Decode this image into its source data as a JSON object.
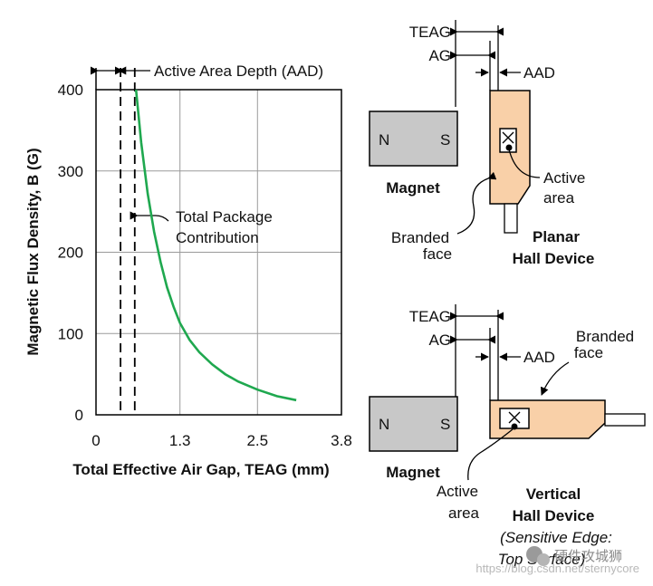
{
  "chart_data": {
    "type": "line",
    "xlabel": "Total Effective Air Gap, TEAG (mm)",
    "ylabel": "Magnetic Flux Density, B (G)",
    "x_ticks": [
      "0",
      "1.3",
      "2.5",
      "3.8"
    ],
    "y_ticks": [
      "0",
      "100",
      "200",
      "300",
      "400"
    ],
    "xlim": [
      0,
      3.8
    ],
    "ylim": [
      0,
      400
    ],
    "grid": true,
    "series": [
      {
        "color": "#1fa84f",
        "x": [
          0.62,
          0.7,
          0.8,
          0.9,
          1.0,
          1.1,
          1.2,
          1.3,
          1.45,
          1.6,
          1.8,
          2.0,
          2.2,
          2.5,
          2.8,
          3.1
        ],
        "y": [
          400,
          335,
          272,
          225,
          188,
          157,
          133,
          113,
          92,
          77,
          62,
          50,
          41,
          31,
          23,
          18
        ]
      }
    ],
    "markers": {
      "aad_x": 0.38,
      "package_x": 0.6
    },
    "annotations": {
      "aad": "Active Area Depth (AAD)",
      "package_line1": "Total Package",
      "package_line2": "Contribution"
    }
  },
  "planar": {
    "teag": "TEAG",
    "ag": "AG",
    "aad": "AAD",
    "magnet_n": "N",
    "magnet_s": "S",
    "magnet_label": "Magnet",
    "active_line1": "Active",
    "active_line2": "area",
    "branded_line1": "Branded",
    "branded_line2": "face",
    "device_line1": "Planar",
    "device_line2": "Hall Device"
  },
  "vertical": {
    "teag": "TEAG",
    "ag": "AG",
    "aad": "AAD",
    "magnet_n": "N",
    "magnet_s": "S",
    "magnet_label": "Magnet",
    "active_line1": "Active",
    "active_line2": "area",
    "branded_line1": "Branded",
    "branded_line2": "face",
    "device_line1": "Vertical",
    "device_line2": "Hall Device",
    "sensitive_line1": "(Sensitive Edge:",
    "sensitive_line2": "Top Surface)"
  },
  "watermark": {
    "url": "https://blog.csdn.net/sternycore",
    "wechat": "硬件攻城狮"
  },
  "colors": {
    "curve": "#1fa84f",
    "device_fill": "#f9d0a8",
    "magnet_fill": "#c8c8c8"
  }
}
